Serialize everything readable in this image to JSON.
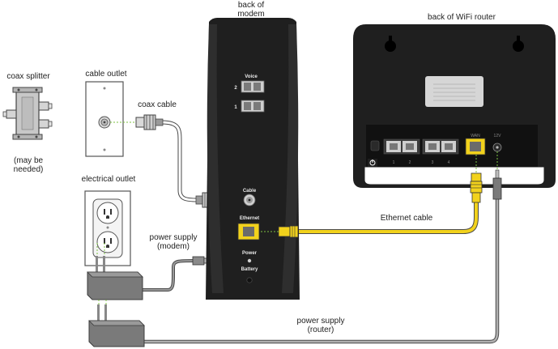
{
  "labels": {
    "back_of_modem_line1": "back of",
    "back_of_modem_line2": "modem",
    "back_of_router": "back of WiFi router",
    "coax_splitter": "coax splitter",
    "may_be_needed_line1": "(may be",
    "may_be_needed_line2": "needed)",
    "cable_outlet": "cable outlet",
    "coax_cable": "coax cable",
    "electrical_outlet": "electrical outlet",
    "power_supply_modem_line1": "power supply",
    "power_supply_modem_line2": "(modem)",
    "power_supply_router_line1": "power supply",
    "power_supply_router_line2": "(router)",
    "ethernet_cable": "Ethernet cable"
  },
  "modem_ports": {
    "voice": "Voice",
    "line2": "2",
    "line1": "1",
    "cable": "Cable",
    "ethernet": "Ethernet",
    "power": "Power",
    "battery": "Battery"
  },
  "router_ports": {
    "lan1": "1",
    "lan2": "2",
    "lan3": "3",
    "lan4": "4",
    "wan": "WAN",
    "dc": "12V"
  },
  "colors": {
    "device_body": "#1f1f1f",
    "ethernet_yellow": "#f2d21c",
    "cable_outline": "#4a4a4a",
    "guide_green": "#7cc242",
    "power_cable_gray": "#8c8c8c"
  }
}
